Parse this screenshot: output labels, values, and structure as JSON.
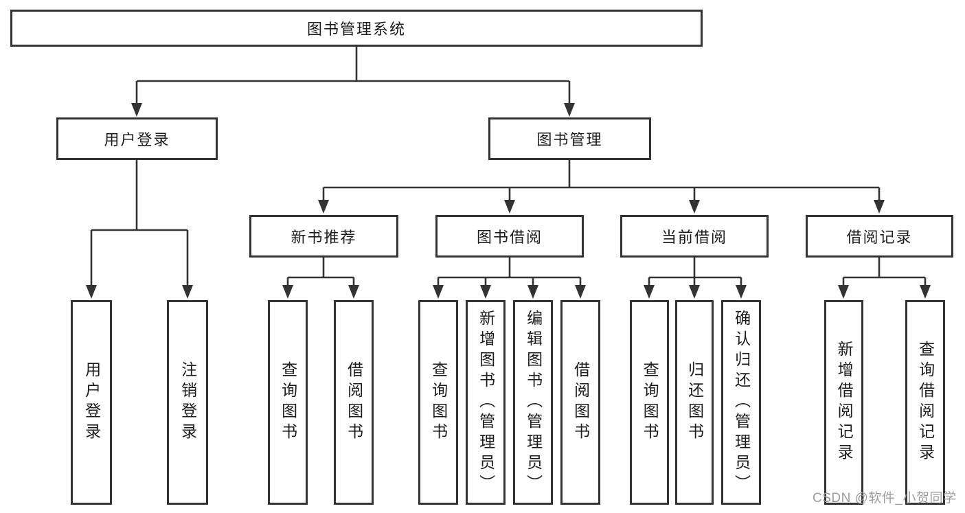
{
  "colors": {
    "line": "#333333",
    "text": "#1c1c1c",
    "watermark": "#9c9c9c",
    "background": "#ffffff"
  },
  "diagram": {
    "root": {
      "label": "图书管理系统"
    },
    "branches": [
      {
        "label": "用户登录",
        "children": [
          "用户登录",
          "注销登录"
        ]
      },
      {
        "label": "图书管理",
        "sections": [
          {
            "label": "新书推荐",
            "children": [
              "查询图书",
              "借阅图书"
            ]
          },
          {
            "label": "图书借阅",
            "children": [
              "查询图书",
              "新增图书（管理员）",
              "编辑图书（管理员）",
              "借阅图书"
            ]
          },
          {
            "label": "当前借阅",
            "children": [
              "查询图书",
              "归还图书",
              "确认归还（管理员）"
            ]
          },
          {
            "label": "借阅记录",
            "children": [
              "新增借阅记录",
              "查询借阅记录"
            ]
          }
        ]
      }
    ]
  },
  "watermark": {
    "label": "CSDN @软件_小贺同学"
  }
}
